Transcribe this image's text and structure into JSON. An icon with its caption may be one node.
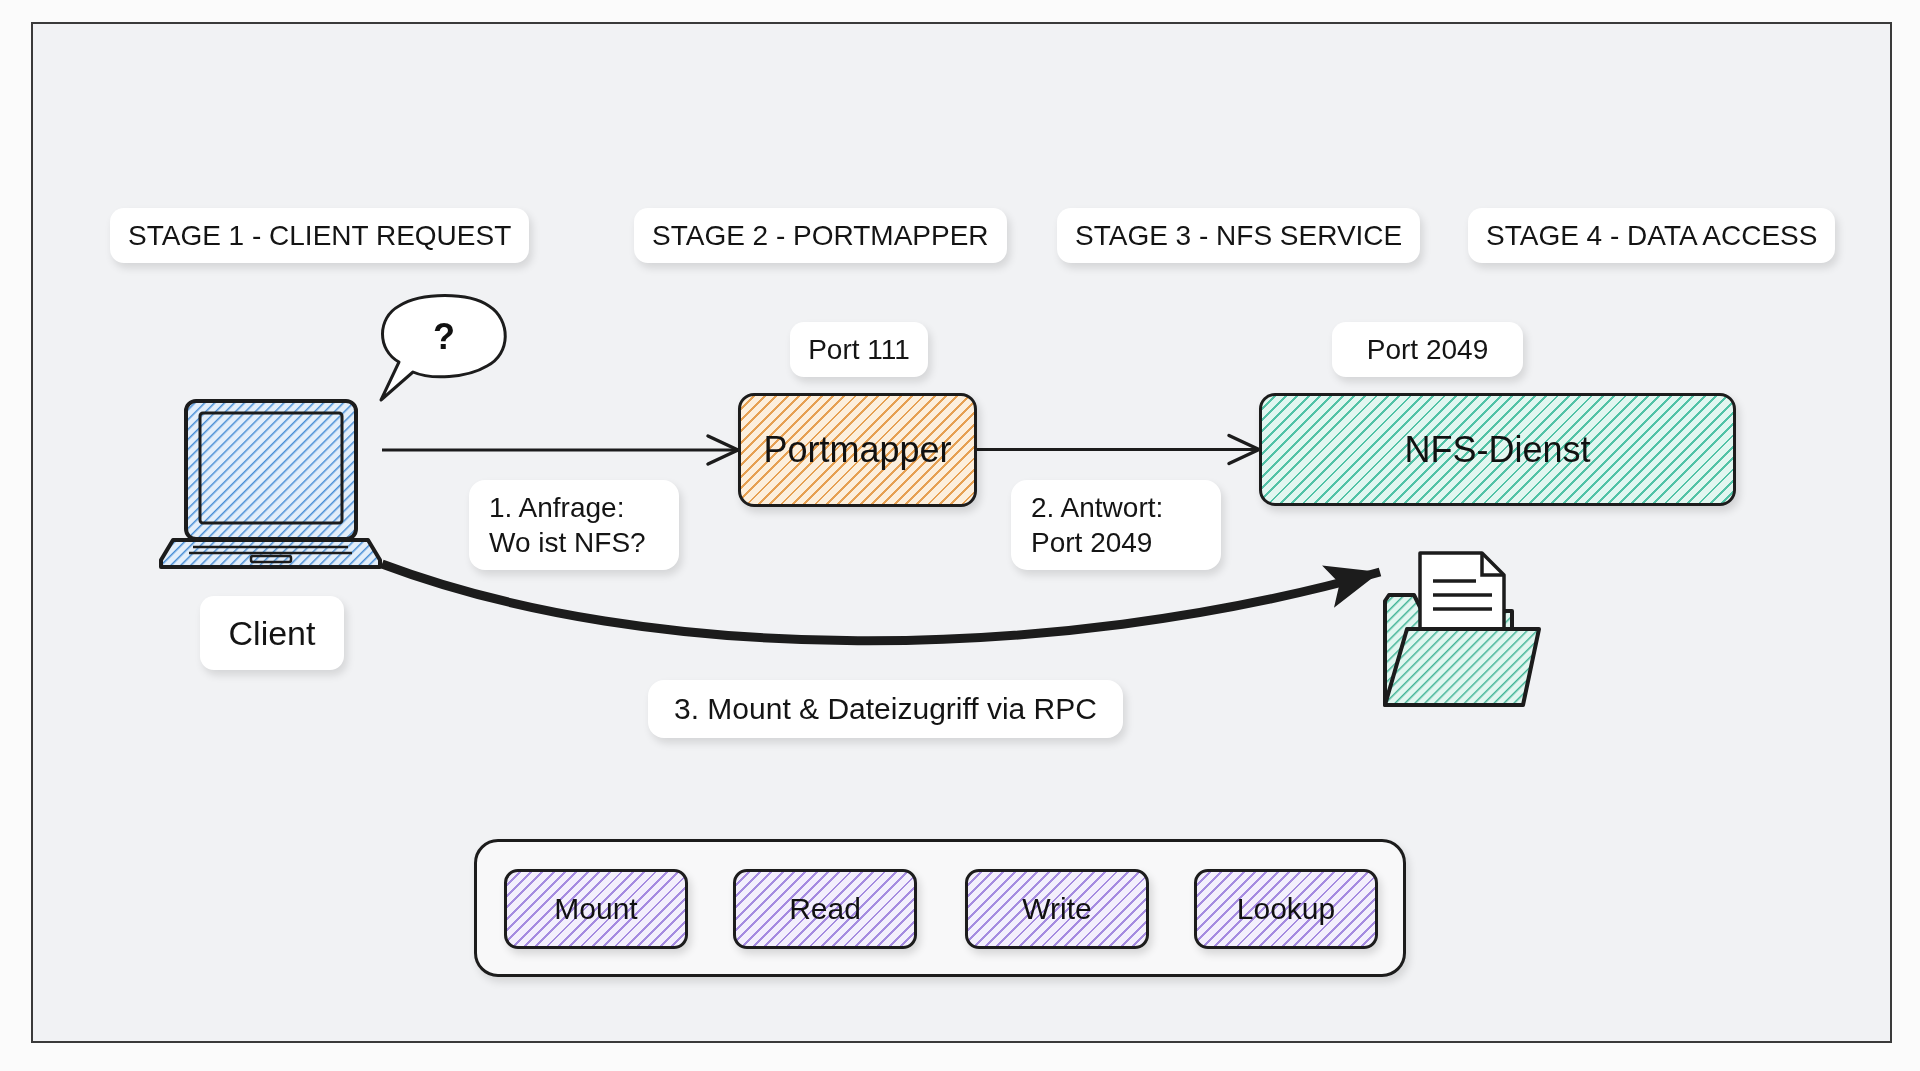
{
  "diagram": {
    "nodes": [
      {
        "text": [],
        "shape": "picture",
        "beside": [
          "Client"
        ]
      },
      {
        "text": [
          "?"
        ]
      },
      {
        "text": [
          "Portmapper"
        ],
        "beside": [
          "Port 111"
        ]
      },
      {
        "text": [
          "NFS-Dienst"
        ],
        "beside": [
          "Port 2049"
        ]
      },
      {
        "text": [],
        "shape": "picture"
      },
      {
        "text": [],
        "shape": "box"
      },
      {
        "text": [
          "Mount"
        ],
        "in": 5
      },
      {
        "text": [
          "Read"
        ],
        "in": 5
      },
      {
        "text": [
          "Write"
        ],
        "in": 5
      },
      {
        "text": [
          "Lookup"
        ],
        "in": 5
      }
    ],
    "edges": [
      {
        "from": 0,
        "to": 2,
        "arrow": "to",
        "label": "1. Anfrage: Wo ist NFS?"
      },
      {
        "from": 2,
        "to": 3,
        "arrow": "to",
        "label": "2. Antwort: Port 2049"
      },
      {
        "from": 0,
        "to": 4,
        "arrow": "to",
        "label": "3. Mount & Dateizugriff via RPC",
        "style": "thick"
      }
    ],
    "labels": [
      "STAGE 1 - CLIENT REQUEST",
      "STAGE 2 - PORTMAPPER",
      "STAGE 3 - NFS SERVICE",
      "STAGE 4 - DATA ACCESS"
    ]
  }
}
